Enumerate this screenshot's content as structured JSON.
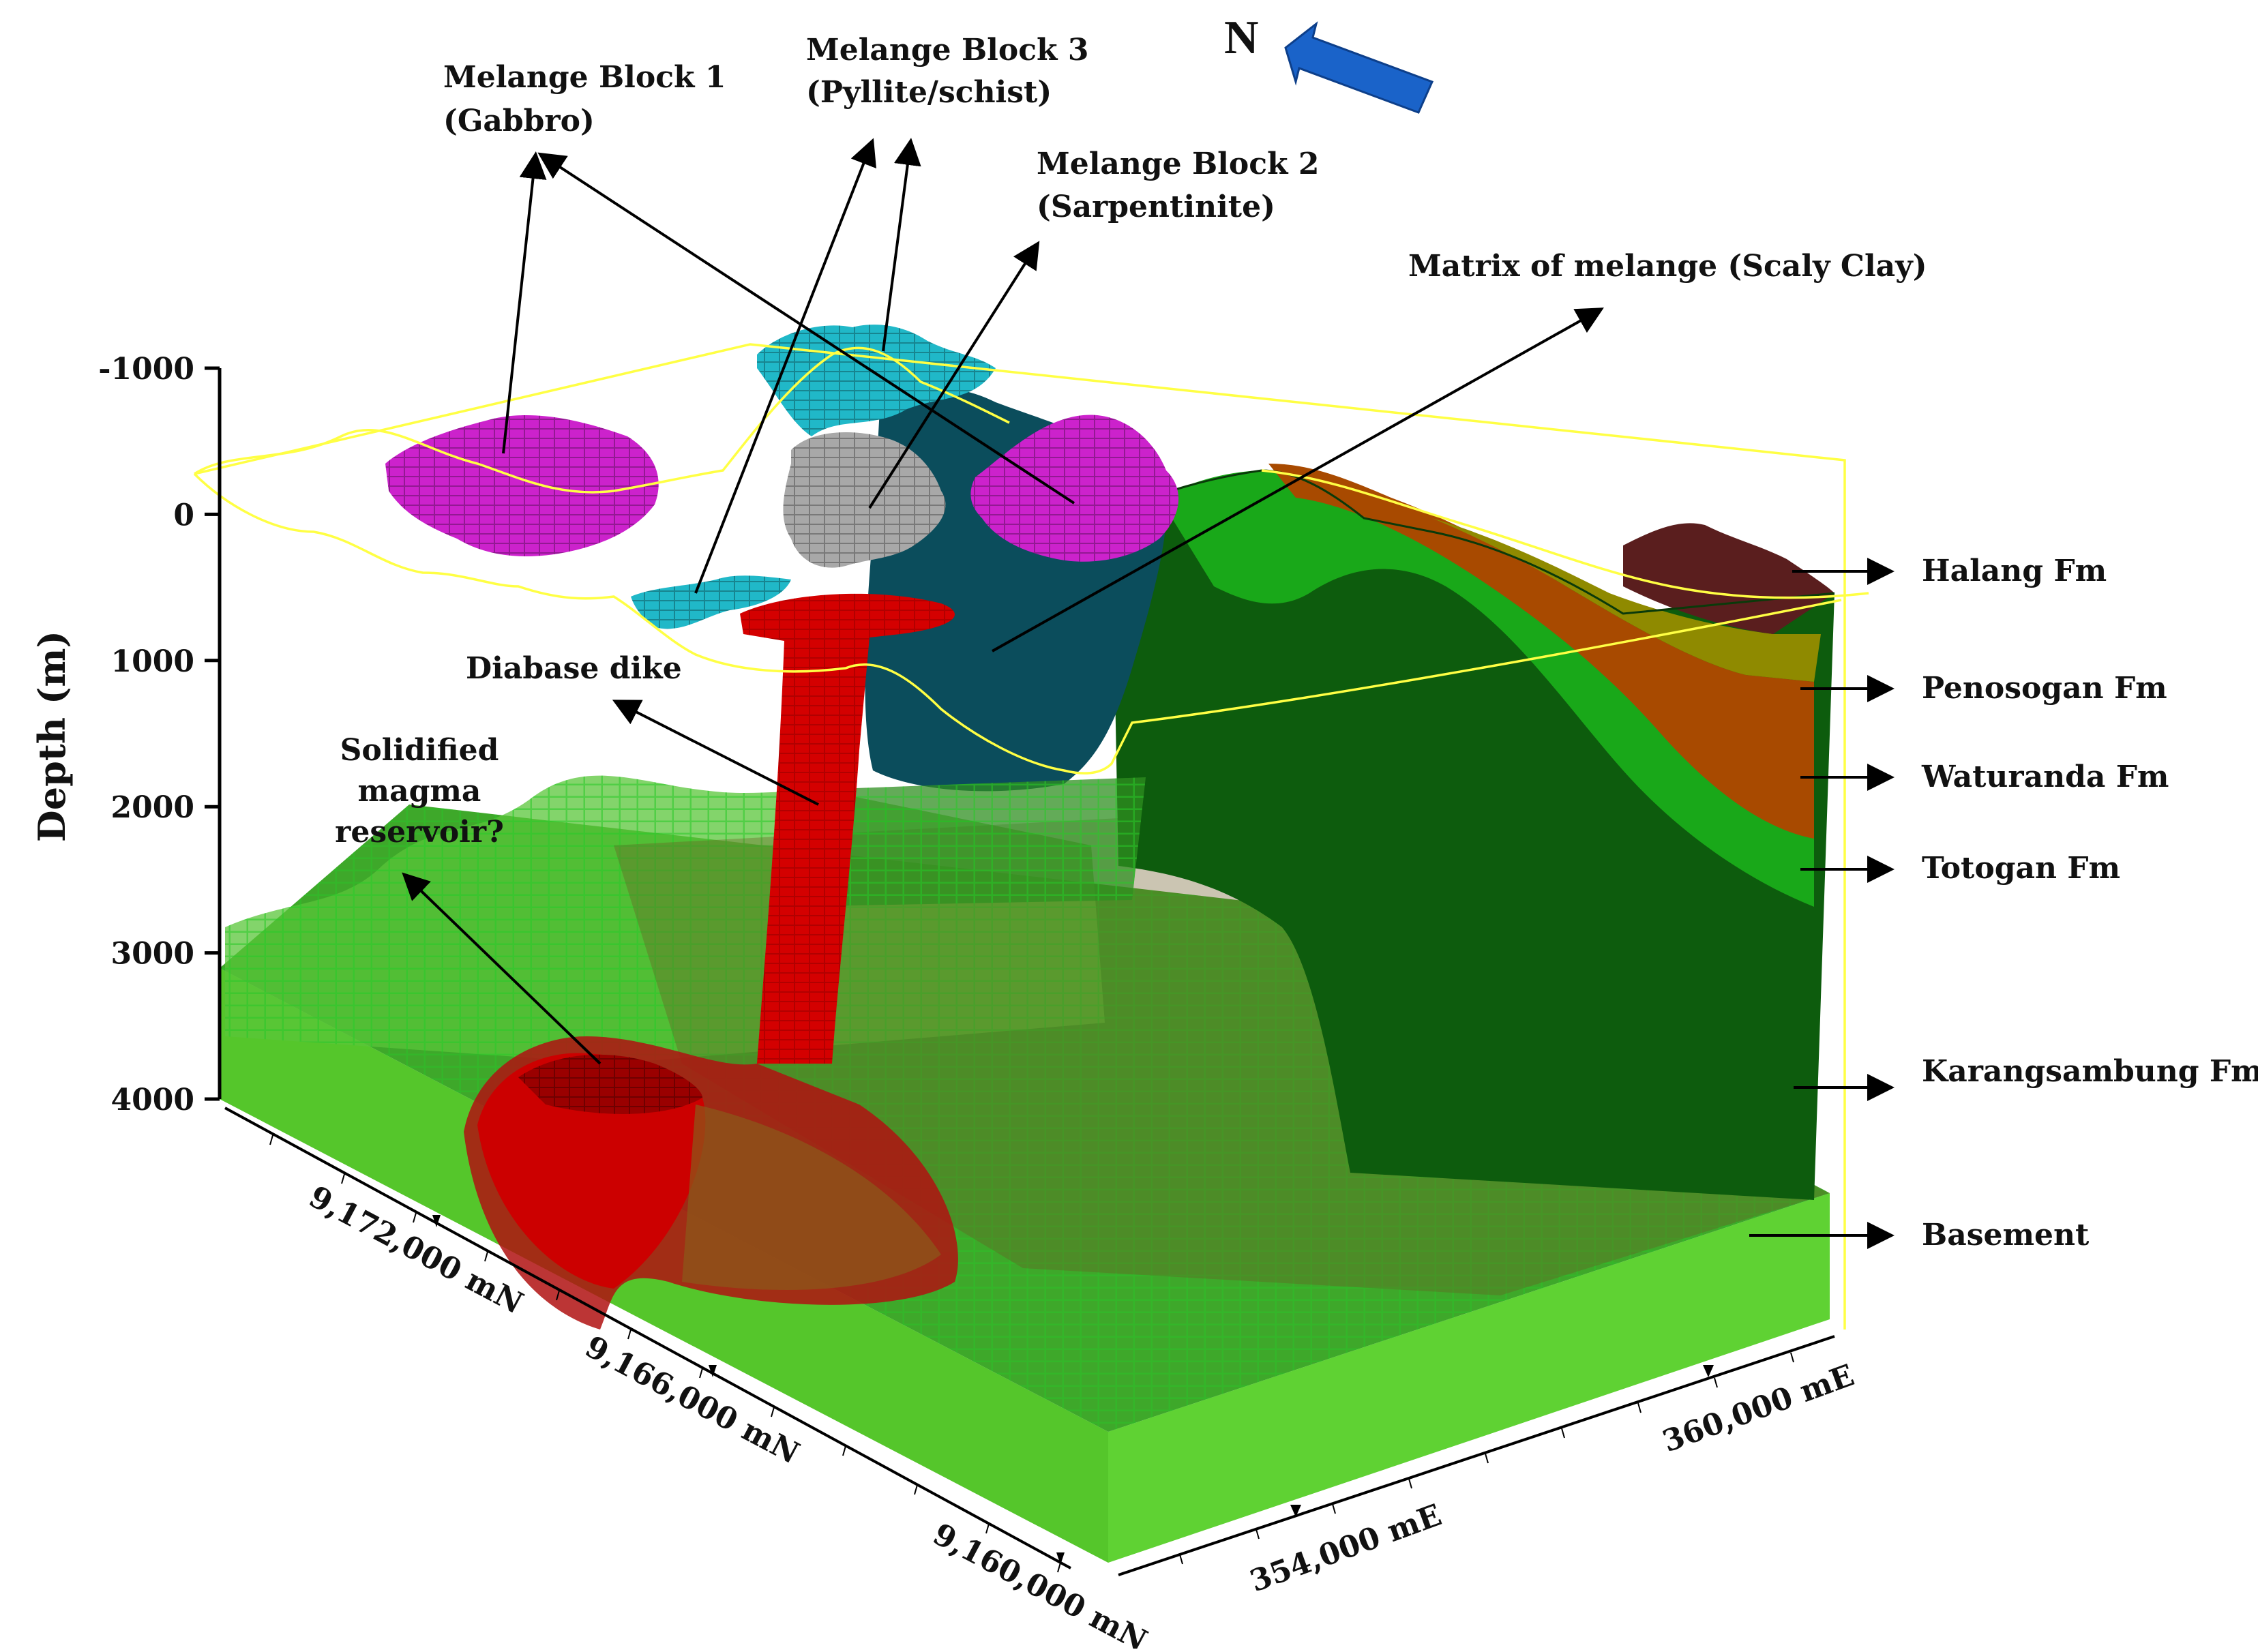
{
  "north": {
    "label": "N",
    "arrow_color": "#1a63c9"
  },
  "depth_axis": {
    "title": "Depth (m)",
    "ticks": [
      "-1000",
      "0",
      "1000",
      "2000",
      "3000",
      "4000"
    ]
  },
  "northing_axis": {
    "ticks": [
      "9,172,000 mN",
      "9,166,000 mN",
      "9,160,000 mN"
    ]
  },
  "easting_axis": {
    "ticks": [
      "354,000 mE",
      "360,000 mE"
    ]
  },
  "annotations": {
    "block1": {
      "line1": "Melange Block 1",
      "line2": "(Gabbro)"
    },
    "block3": {
      "line1": "Melange Block 3",
      "line2": "(Pyllite/schist)"
    },
    "block2": {
      "line1": "Melange Block 2",
      "line2": "(Sarpentinite)"
    },
    "matrix": "Matrix of melange (Scaly Clay)",
    "dike": "Diabase dike",
    "reservoir": {
      "line1": "Solidified",
      "line2": "magma",
      "line3": "reservoir?"
    }
  },
  "formations": [
    {
      "name": "Halang Fm",
      "color": "#5a1e1e"
    },
    {
      "name": "Penosogan Fm",
      "color": "#8f8a00"
    },
    {
      "name": "Waturanda Fm",
      "color": "#a84a00"
    },
    {
      "name": "Totogan Fm",
      "color": "#16a316"
    },
    {
      "name": "Karangsambung Fm",
      "color": "#0d5c0d"
    },
    {
      "name": "Basement",
      "color": "#44bb22"
    }
  ],
  "bodies": {
    "gabbro_color": "#cc22cc",
    "serpentinite_color": "#a8a8a8",
    "phyllite_color": "#20b8c8",
    "matrix_color": "#0b4d5c",
    "magma_color": "#d40000",
    "topography_line_color": "#ffff44"
  }
}
